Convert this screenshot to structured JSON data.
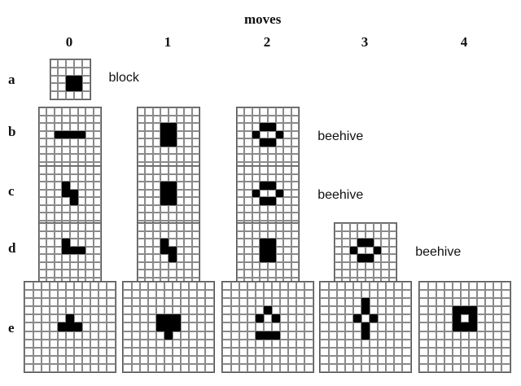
{
  "title": "moves",
  "columns": [
    "0",
    "1",
    "2",
    "3",
    "4"
  ],
  "rows": [
    {
      "label": "a",
      "note": "block",
      "patterns": [
        {
          "move": 0,
          "size": [
            5,
            5
          ],
          "live": [
            [
              2,
              2
            ],
            [
              2,
              3
            ],
            [
              3,
              2
            ],
            [
              3,
              3
            ]
          ]
        }
      ]
    },
    {
      "label": "b",
      "note": "beehive",
      "patterns": [
        {
          "move": 0,
          "size": [
            8,
            8
          ],
          "live": [
            [
              3,
              2
            ],
            [
              3,
              3
            ],
            [
              3,
              4
            ],
            [
              3,
              5
            ]
          ]
        },
        {
          "move": 1,
          "size": [
            8,
            8
          ],
          "live": [
            [
              2,
              3
            ],
            [
              2,
              4
            ],
            [
              3,
              3
            ],
            [
              3,
              4
            ],
            [
              4,
              3
            ],
            [
              4,
              4
            ]
          ]
        },
        {
          "move": 2,
          "size": [
            8,
            8
          ],
          "live": [
            [
              2,
              3
            ],
            [
              2,
              4
            ],
            [
              3,
              2
            ],
            [
              3,
              5
            ],
            [
              4,
              3
            ],
            [
              4,
              4
            ]
          ]
        }
      ]
    },
    {
      "label": "c",
      "note": "beehive",
      "patterns": [
        {
          "move": 0,
          "size": [
            8,
            8
          ],
          "live": [
            [
              2,
              3
            ],
            [
              3,
              3
            ],
            [
              3,
              4
            ],
            [
              4,
              4
            ]
          ]
        },
        {
          "move": 1,
          "size": [
            8,
            8
          ],
          "live": [
            [
              2,
              3
            ],
            [
              2,
              4
            ],
            [
              3,
              3
            ],
            [
              3,
              4
            ],
            [
              4,
              3
            ],
            [
              4,
              4
            ]
          ]
        },
        {
          "move": 2,
          "size": [
            8,
            8
          ],
          "live": [
            [
              2,
              3
            ],
            [
              2,
              4
            ],
            [
              3,
              2
            ],
            [
              3,
              5
            ],
            [
              4,
              3
            ],
            [
              4,
              4
            ]
          ]
        }
      ]
    },
    {
      "label": "d",
      "note": "beehive",
      "patterns": [
        {
          "move": 0,
          "size": [
            8,
            8
          ],
          "live": [
            [
              2,
              3
            ],
            [
              3,
              3
            ],
            [
              3,
              4
            ],
            [
              3,
              5
            ]
          ]
        },
        {
          "move": 1,
          "size": [
            8,
            8
          ],
          "live": [
            [
              2,
              3
            ],
            [
              3,
              3
            ],
            [
              3,
              4
            ],
            [
              4,
              4
            ]
          ]
        },
        {
          "move": 2,
          "size": [
            8,
            8
          ],
          "live": [
            [
              2,
              3
            ],
            [
              2,
              4
            ],
            [
              3,
              3
            ],
            [
              3,
              4
            ],
            [
              4,
              3
            ],
            [
              4,
              4
            ]
          ]
        },
        {
          "move": 3,
          "size": [
            8,
            8
          ],
          "live": [
            [
              2,
              3
            ],
            [
              2,
              4
            ],
            [
              3,
              2
            ],
            [
              3,
              5
            ],
            [
              4,
              3
            ],
            [
              4,
              4
            ]
          ]
        }
      ]
    },
    {
      "label": "e",
      "note": "",
      "patterns": [
        {
          "move": 0,
          "size": [
            11,
            11
          ],
          "live": [
            [
              4,
              5
            ],
            [
              5,
              4
            ],
            [
              5,
              5
            ],
            [
              5,
              6
            ]
          ]
        },
        {
          "move": 1,
          "size": [
            11,
            11
          ],
          "live": [
            [
              4,
              4
            ],
            [
              4,
              5
            ],
            [
              4,
              6
            ],
            [
              5,
              4
            ],
            [
              5,
              5
            ],
            [
              5,
              6
            ],
            [
              6,
              5
            ]
          ]
        },
        {
          "move": 2,
          "size": [
            11,
            11
          ],
          "live": [
            [
              3,
              5
            ],
            [
              4,
              4
            ],
            [
              4,
              6
            ],
            [
              6,
              4
            ],
            [
              6,
              5
            ],
            [
              6,
              6
            ]
          ]
        },
        {
          "move": 3,
          "size": [
            11,
            11
          ],
          "live": [
            [
              2,
              5
            ],
            [
              3,
              5
            ],
            [
              4,
              4
            ],
            [
              4,
              6
            ],
            [
              5,
              5
            ],
            [
              6,
              5
            ]
          ]
        },
        {
          "move": 4,
          "size": [
            11,
            11
          ],
          "live": [
            [
              3,
              4
            ],
            [
              3,
              5
            ],
            [
              3,
              6
            ],
            [
              4,
              4
            ],
            [
              4,
              6
            ],
            [
              5,
              4
            ],
            [
              5,
              5
            ],
            [
              5,
              6
            ]
          ]
        }
      ]
    }
  ]
}
